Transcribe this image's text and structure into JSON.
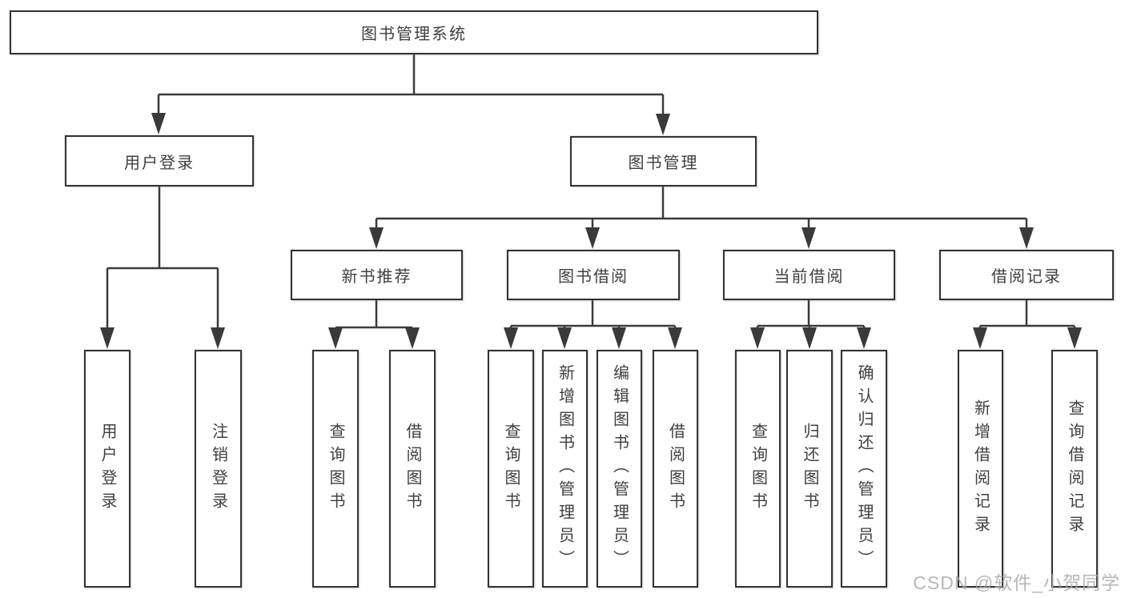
{
  "diagram": {
    "title": "图书管理系统",
    "level2": {
      "user_login": "用户登录",
      "book_mgmt": "图书管理"
    },
    "level3": {
      "new_book_rec": "新书推荐",
      "book_borrow": "图书借阅",
      "current_borrow": "当前借阅",
      "borrow_record": "借阅记录"
    },
    "leaves": {
      "user_login_leaf": "用户登录",
      "logout": "注销登录",
      "rec_query_book": "查询图书",
      "rec_borrow_book": "借阅图书",
      "bb_query_book": "查询图书",
      "bb_add_book": "新增图书（管理员）",
      "bb_edit_book": "编辑图书（管理员）",
      "bb_borrow_book": "借阅图书",
      "cb_query_book": "查询图书",
      "cb_return_book": "归还图书",
      "cb_confirm_return": "确认归还（管理员）",
      "br_add_record": "新增借阅记录",
      "br_query_record": "查询借阅记录"
    }
  },
  "watermark": "CSDN @软件_小贺同学",
  "colors": {
    "line": "#3a3a3a",
    "border": "#333333",
    "text": "#3f3f3f",
    "watermark": "#aaaaaa",
    "background": "#ffffff"
  }
}
